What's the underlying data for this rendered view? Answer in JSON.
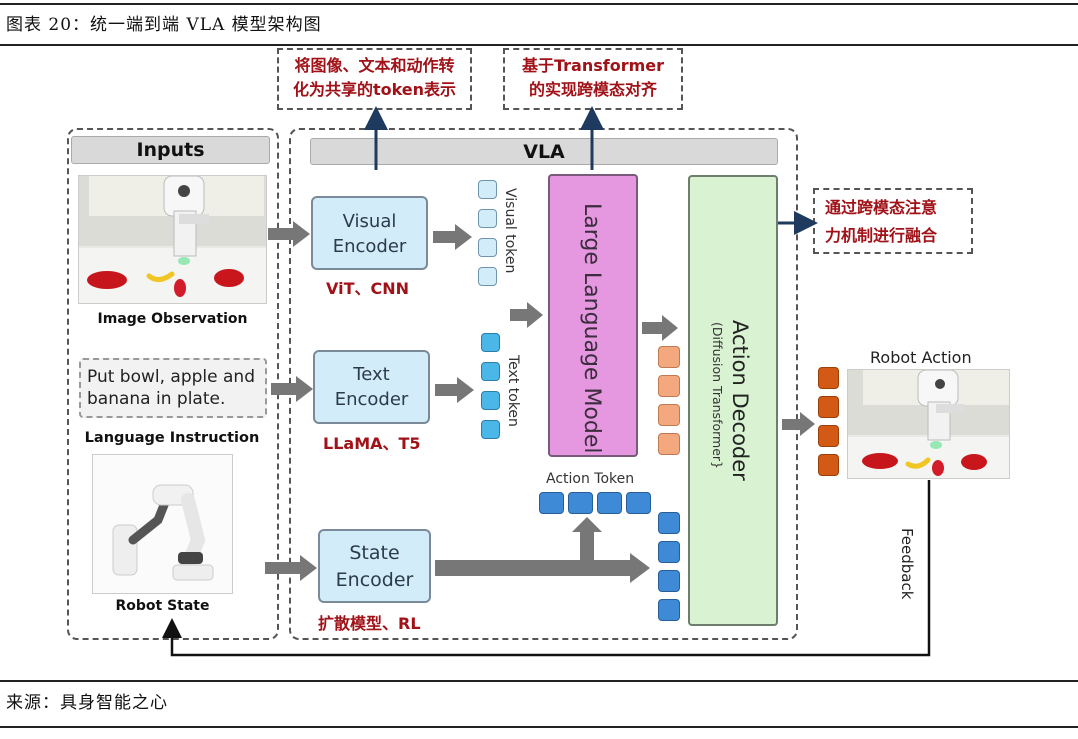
{
  "figure": {
    "caption": "图表 20：统一端到端 VLA 模型架构图",
    "source": "来源：具身智能之心"
  },
  "notes": {
    "token_repr": "将图像、文本和动作转化为共享的token表示",
    "token_repr_line1": "将图像、文本和动作转",
    "token_repr_line2": "化为共享的token表示",
    "alignment_line1": "基于Transformer",
    "alignment_line2": "的实现跨模态对齐",
    "fusion_line1": "通过跨模态注意",
    "fusion_line2": "力机制进行融合"
  },
  "inputs": {
    "header": "Inputs",
    "image_observation_label": "Image Observation",
    "instruction_text_line1": "Put bowl, apple and",
    "instruction_text_line2": "banana in plate.",
    "language_instruction_label": "Language Instruction",
    "robot_state_label": "Robot State"
  },
  "vla": {
    "header": "VLA",
    "visual_encoder": {
      "line1": "Visual",
      "line2": "Encoder",
      "examples": "ViT、CNN"
    },
    "text_encoder": {
      "line1": "Text",
      "line2": "Encoder",
      "examples": "LLaMA、T5"
    },
    "state_encoder": {
      "line1": "State",
      "line2": "Encoder",
      "examples": "扩散模型、RL"
    },
    "visual_token_label": "Visual token",
    "text_token_label": "Text token",
    "action_token_label": "Action Token",
    "llm_label": "Large Language Model",
    "decoder_label": "Action Decoder",
    "decoder_sublabel": "(Diffusion Transformer}"
  },
  "output": {
    "robot_action_label": "Robot Action",
    "feedback_label": "Feedback"
  },
  "colors": {
    "note_text": "#a01218",
    "encoder_fill": "#d3ecf9",
    "llm_fill": "#e597e0",
    "decoder_fill": "#d8f2d2",
    "arrow_gray": "#777777",
    "note_arrow": "#1f3a5f"
  }
}
